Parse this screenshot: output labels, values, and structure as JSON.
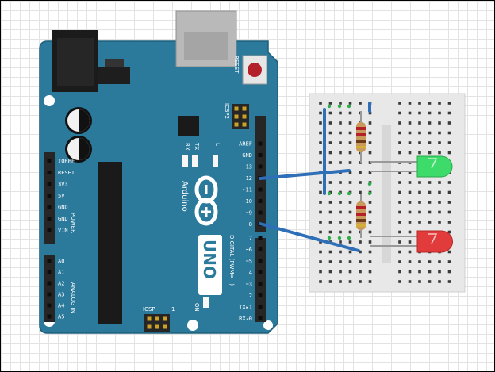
{
  "board": {
    "name": "UNO",
    "brand": "Arduino",
    "reset_label": "RESET",
    "icsp2_label": "ICSP2",
    "icsp_label": "ICSP",
    "rx_label": "RX",
    "tx_label": "TX",
    "l_label": "L",
    "on_label": "ON",
    "power_label": "POWER",
    "analog_label": "ANALOG IN",
    "digital_label": "DIGITAL (PWM=~)",
    "one_label": "1",
    "power_pins": [
      "IOREF",
      "RESET",
      "3V3",
      "5V",
      "GND",
      "GND",
      "VIN"
    ],
    "analog_pins": [
      "A0",
      "A1",
      "A2",
      "A3",
      "A4",
      "A5"
    ],
    "digital_upper_pins": [
      "AREF",
      "GND",
      "13",
      "12",
      "~11",
      "~10",
      "~9",
      "8"
    ],
    "digital_lower_pins": [
      "7",
      "~6",
      "~5",
      "4",
      "~3",
      "2",
      "TX▸1",
      "RX◂0"
    ]
  },
  "colors": {
    "board": "#2b7a9c",
    "board_edge": "#1d5f7b",
    "header": "#2a2a2a",
    "wire": "#2f6fb8",
    "led_green": "#3ddc6a",
    "led_red": "#e23b3b",
    "breadboard": "#e8e8e8",
    "hole": "#3a3a3a",
    "rail_dot": "#2fae4a"
  },
  "icons": {
    "usb": "usb-connector-icon",
    "power_jack": "dc-power-jack-icon",
    "reset": "reset-button-icon",
    "uno_logo": "arduino-infinity-logo-icon"
  }
}
